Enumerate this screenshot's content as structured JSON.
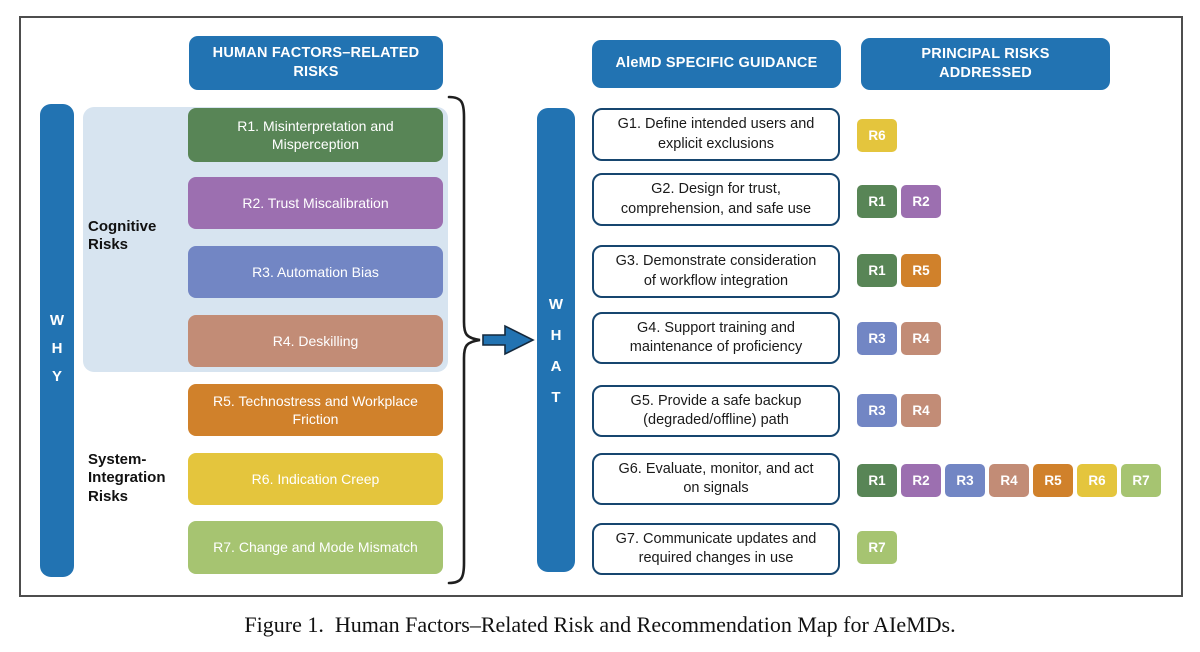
{
  "colors": {
    "header": "#2273B2",
    "panel": "#D7E4F0",
    "guidance_border": "#17466F",
    "R1": "#588556",
    "R2": "#9C6FB0",
    "R3": "#7286C4",
    "R4": "#C28C76",
    "R5": "#D0812B",
    "R6": "#E4C53D",
    "R7": "#A6C471"
  },
  "headers": {
    "risks": "HUMAN FACTORS–RELATED RISKS",
    "guidance": "AleMD SPECIFIC GUIDANCE",
    "principal": "PRINCIPAL RISKS ADDRESSED"
  },
  "why_bar": {
    "letters": [
      "W",
      "H",
      "Y"
    ]
  },
  "what_bar": {
    "letters": [
      "W",
      "H",
      "A",
      "T"
    ]
  },
  "groups": {
    "cognitive": "Cognitive Risks",
    "system": "System-Integration Risks"
  },
  "risks": [
    {
      "id": "R1",
      "label": "R1. Misinterpretation and Misperception"
    },
    {
      "id": "R2",
      "label": "R2. Trust Miscalibration"
    },
    {
      "id": "R3",
      "label": "R3. Automation Bias"
    },
    {
      "id": "R4",
      "label": "R4. Deskilling"
    },
    {
      "id": "R5",
      "label": "R5. Technostress and Workplace Friction"
    },
    {
      "id": "R6",
      "label": "R6. Indication Creep"
    },
    {
      "id": "R7",
      "label": "R7. Change and Mode Mismatch"
    }
  ],
  "guidance": [
    {
      "id": "G1",
      "label": "G1. Define intended users and explicit exclusions",
      "risks": [
        "R6"
      ]
    },
    {
      "id": "G2",
      "label": "G2. Design for trust, comprehension, and safe use",
      "risks": [
        "R1",
        "R2"
      ]
    },
    {
      "id": "G3",
      "label": "G3. Demonstrate consideration of workflow integration",
      "risks": [
        "R1",
        "R5"
      ]
    },
    {
      "id": "G4",
      "label": "G4. Support training and maintenance of proficiency",
      "risks": [
        "R3",
        "R4"
      ]
    },
    {
      "id": "G5",
      "label": "G5. Provide a safe backup (degraded/offline) path",
      "risks": [
        "R3",
        "R4"
      ]
    },
    {
      "id": "G6",
      "label": "G6. Evaluate, monitor, and act on signals",
      "risks": [
        "R1",
        "R2",
        "R3",
        "R4",
        "R5",
        "R6",
        "R7"
      ]
    },
    {
      "id": "G7",
      "label": "G7. Communicate updates and required changes in use",
      "risks": [
        "R7"
      ]
    }
  ],
  "caption": "Figure 1.  Human Factors–Related Risk and Recommendation Map for AIeMDs."
}
